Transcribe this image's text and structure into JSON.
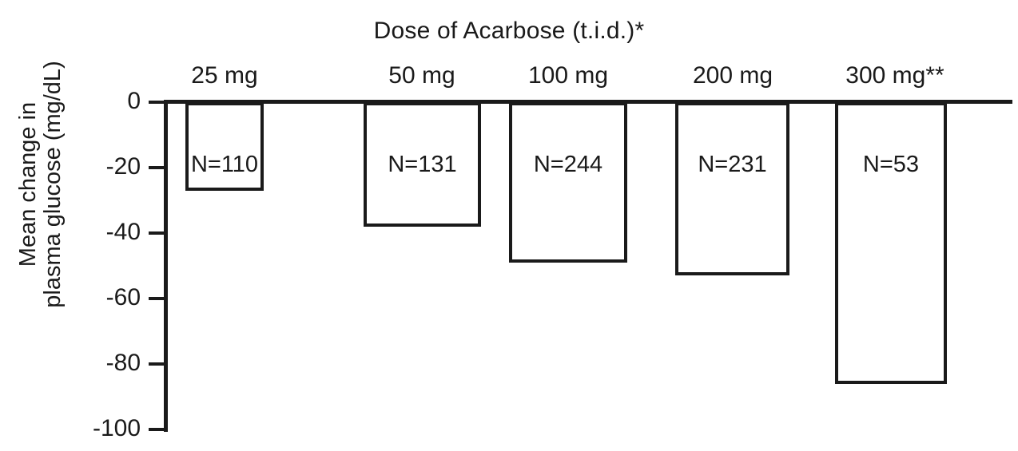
{
  "chart_data": {
    "type": "bar",
    "title": "Dose of Acarbose (t.i.d.)*",
    "xlabel": "Dose of Acarbose (t.i.d.)*",
    "ylabel": "Mean change in plasma glucose (mg/dL)",
    "ylabel_lines": [
      "Mean change in",
      "plasma glucose (mg/dL)"
    ],
    "categories": [
      "25 mg",
      "50 mg",
      "100 mg",
      "200 mg",
      "300 mg**"
    ],
    "values": [
      -27,
      -38,
      -49,
      -53,
      -86
    ],
    "point_labels": [
      "N=110",
      "N=131",
      "N=244",
      "N=231",
      "N=53"
    ],
    "n_values": [
      110,
      131,
      244,
      231,
      53
    ],
    "ylim": [
      -100,
      0
    ],
    "yticks": [
      0,
      -20,
      -40,
      -60,
      -80,
      -100
    ],
    "ytick_labels": [
      "0",
      "-20",
      "-40",
      "-60",
      "-80",
      "-100"
    ],
    "grid": false,
    "legend": null,
    "bar_facecolor": "#ffffff",
    "bar_edgecolor": "#1a1a1a",
    "axis_color": "#1a1a1a",
    "background": "#ffffff"
  },
  "footnote_markers": [
    "*",
    "**"
  ]
}
